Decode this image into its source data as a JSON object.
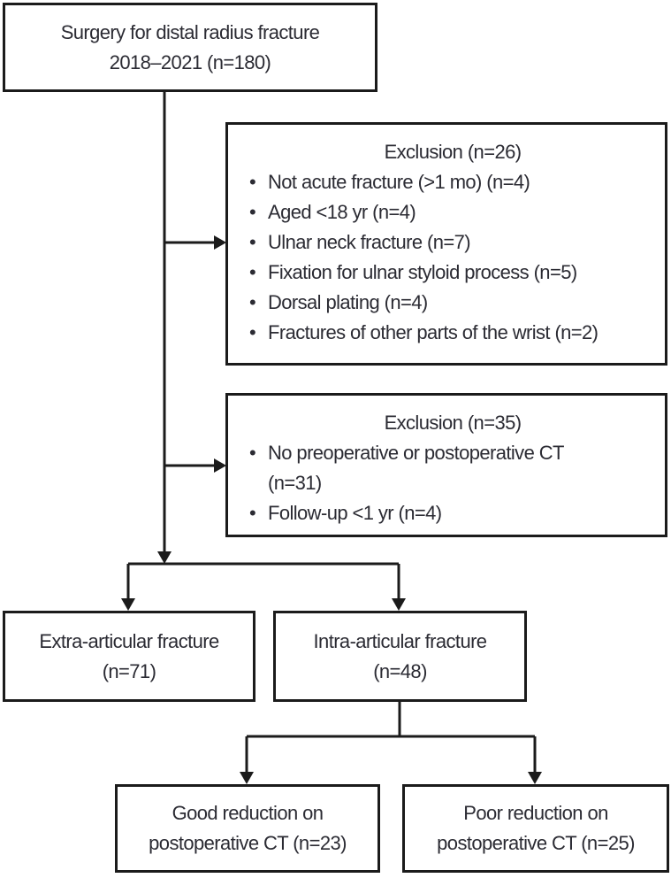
{
  "figure": {
    "type": "flowchart",
    "background_color": "#ffffff",
    "line_color": "#1b1b1b",
    "text_color": "#2b2b33",
    "bullet": "•"
  },
  "boxes": {
    "surgery": {
      "text": "Surgery for distal radius fracture\n2018–2021 (n=180)"
    },
    "exclusion1": {
      "title": "Exclusion (n=26)",
      "items": [
        "Not acute fracture (>1 mo) (n=4)",
        "Aged <18 yr (n=4)",
        "Ulnar neck fracture (n=7)",
        "Fixation for ulnar styloid process (n=5)",
        "Dorsal plating (n=4)",
        "Fractures of other parts of the wrist (n=2)"
      ]
    },
    "exclusion2": {
      "title": "Exclusion (n=35)",
      "items": [
        "No preoperative or postoperative CT\n(n=31)",
        "Follow-up <1 yr (n=4)"
      ]
    },
    "extra_articular": {
      "text": "Extra-articular fracture\n(n=71)"
    },
    "intra_articular": {
      "text": "Intra-articular fracture\n(n=48)"
    },
    "good_reduction": {
      "text": "Good reduction on\npostoperative CT (n=23)"
    },
    "poor_reduction": {
      "text": "Poor reduction on\npostoperative CT (n=25)"
    }
  }
}
